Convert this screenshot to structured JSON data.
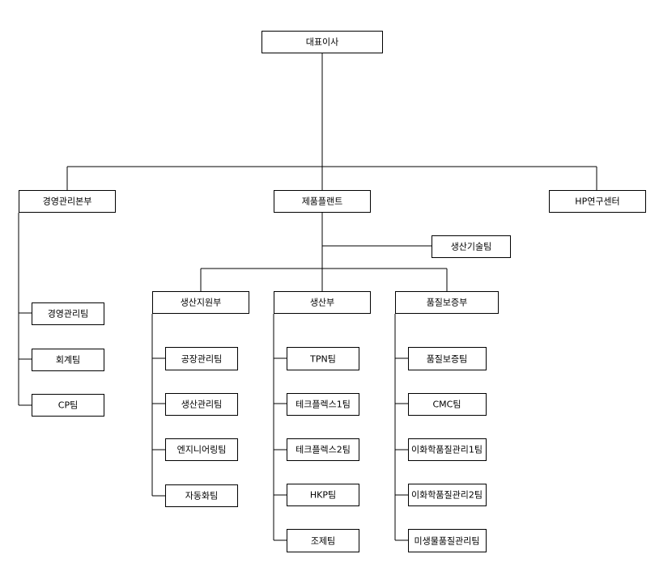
{
  "org": {
    "ceo": "대표이사",
    "divisions": {
      "management": {
        "label": "경영관리본부",
        "teams": [
          "경영관리팀",
          "회계팀",
          "CP팀"
        ]
      },
      "plant": {
        "label": "제품플랜트",
        "staff_team": "생산기술팀",
        "departments": {
          "support": {
            "label": "생산지원부",
            "teams": [
              "공장관리팀",
              "생산관리팀",
              "엔지니어링팀",
              "자동화팀"
            ]
          },
          "production": {
            "label": "생산부",
            "teams": [
              "TPN팀",
              "테크플렉스1팀",
              "테크플렉스2팀",
              "HKP팀",
              "조제팀"
            ]
          },
          "quality": {
            "label": "품질보증부",
            "teams": [
              "품질보증팀",
              "CMC팀",
              "이화학품질관리1팀",
              "이화학품질관리2팀",
              "미생물품질관리팀"
            ]
          }
        }
      },
      "research": {
        "label": "HP연구센터"
      }
    }
  }
}
